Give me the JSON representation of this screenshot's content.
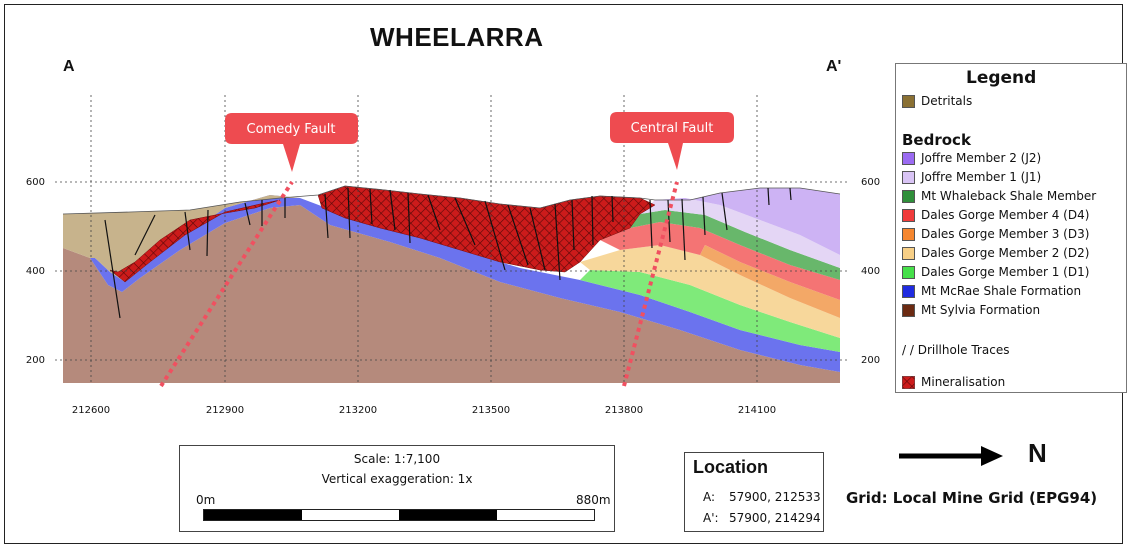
{
  "title": "WHEELARRA",
  "section_start_label": "A",
  "section_end_label": "A'",
  "elevation_ticks_left": [
    "600",
    "400",
    "200"
  ],
  "elevation_ticks_right": [
    "600",
    "400",
    "200"
  ],
  "easting_ticks": [
    "212600",
    "212900",
    "213200",
    "213500",
    "213800",
    "214100"
  ],
  "faults": [
    {
      "label": "Comedy Fault"
    },
    {
      "label": "Central Fault"
    }
  ],
  "legend": {
    "title": "Legend",
    "cover": [
      {
        "label": "Detritals",
        "color": "#8a7033"
      }
    ],
    "section": "Bedrock",
    "bedrock": [
      {
        "label": "Joffre Member 2 (J2)",
        "color": "#9b6bf2"
      },
      {
        "label": "Joffre Member 1 (J1)",
        "color": "#d9c4f5"
      },
      {
        "label": "Mt Whaleback Shale Member",
        "color": "#2f8f3a"
      },
      {
        "label": "Dales Gorge Member 4 (D4)",
        "color": "#f03b3b"
      },
      {
        "label": "Dales Gorge Member 3 (D3)",
        "color": "#f5862f"
      },
      {
        "label": "Dales Gorge Member 2 (D2)",
        "color": "#f7cf86"
      },
      {
        "label": "Dales Gorge Member 1 (D1)",
        "color": "#46e04a"
      },
      {
        "label": "Mt McRae Shale Formation",
        "color": "#1f2be0"
      },
      {
        "label": "Mt Sylvia Formation",
        "color": "#6b2a12"
      }
    ],
    "drillhole_label": "/ /  Drillhole Traces",
    "mineralisation_label": "Mineralisation",
    "mineralisation_color": "#d11a1a"
  },
  "scale": {
    "scale_text": "Scale: 1:7,100",
    "exaggeration_text": "Vertical exaggeration: 1x",
    "bar_start": "0m",
    "bar_end": "880m"
  },
  "location": {
    "title": "Location",
    "rows": [
      {
        "key": "A:",
        "value": "57900, 212533"
      },
      {
        "key": "A':",
        "value": "57900, 214294"
      }
    ]
  },
  "north_label": "N",
  "grid_text": "Grid: Local Mine Grid (EPG94)"
}
